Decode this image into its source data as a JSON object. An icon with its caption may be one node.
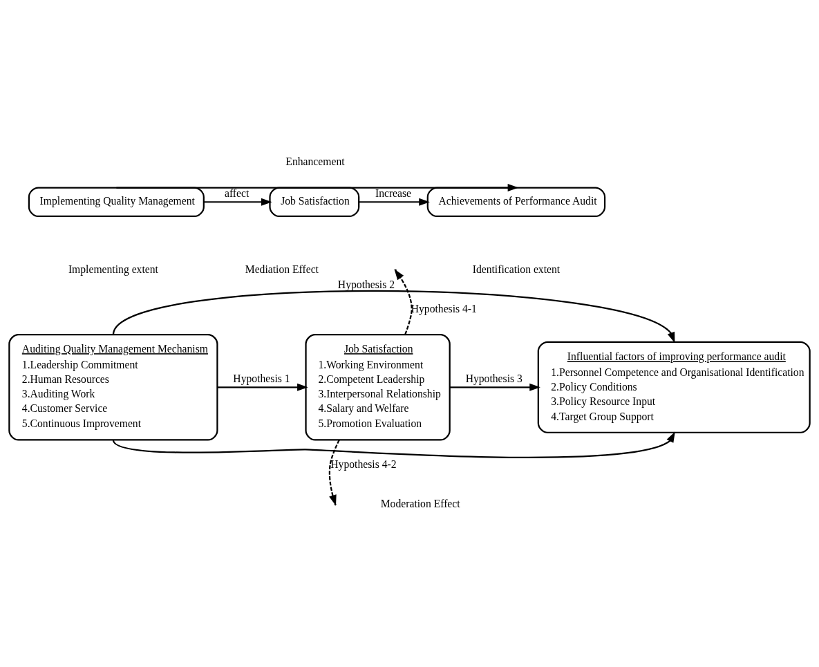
{
  "diagram": {
    "nodes": [
      {
        "text": [
          "Implementing Quality Management"
        ]
      },
      {
        "text": [
          "Job Satisfaction"
        ]
      },
      {
        "text": [
          "Achievements of Performance Audit"
        ]
      },
      {
        "text": [
          "Auditing Quality Management Mechanism",
          "1.Leadership Commitment",
          "2.Human Resources",
          "3.Auditing Work",
          "4.Customer Service",
          "5.Continuous Improvement"
        ]
      },
      {
        "text": [
          "Job Satisfaction",
          "1.Working Environment",
          "2.Competent Leadership",
          "3.Interpersonal Relationship",
          "4.Salary and Welfare",
          "5.Promotion Evaluation"
        ]
      },
      {
        "text": [
          "Influential factors of improving performance audit",
          "1.Personnel Competence and Organisational Identification",
          "2.Policy Conditions",
          "3.Policy Resource Input",
          "4.Target Group Support"
        ]
      }
    ],
    "edges": [
      {
        "from": 0,
        "to": 2,
        "label": "Enhancement",
        "arrow": "to"
      },
      {
        "from": 0,
        "to": 1,
        "label": "affect",
        "arrow": "to"
      },
      {
        "from": 1,
        "to": 2,
        "label": "Increase",
        "arrow": "to"
      },
      {
        "from": 3,
        "to": 5,
        "label": "Hypothesis 2",
        "arrow": "to"
      },
      {
        "from": 3,
        "to": 4,
        "label": "Hypothesis 1",
        "arrow": "to"
      },
      {
        "from": 4,
        "to": 5,
        "label": "Hypothesis 3",
        "arrow": "to"
      },
      {
        "from": 4,
        "to": null,
        "label": "Hypothesis 4-1",
        "arrow": "to",
        "style": "dashed"
      },
      {
        "from": 4,
        "to": null,
        "label": "Hypothesis 4-2",
        "arrow": "to",
        "style": "dashed"
      },
      {
        "from": 3,
        "to": 5,
        "arrow": "to"
      }
    ],
    "labels": [
      "Implementing extent",
      "Mediation Effect",
      "Identification extent",
      "Moderation Effect"
    ]
  }
}
